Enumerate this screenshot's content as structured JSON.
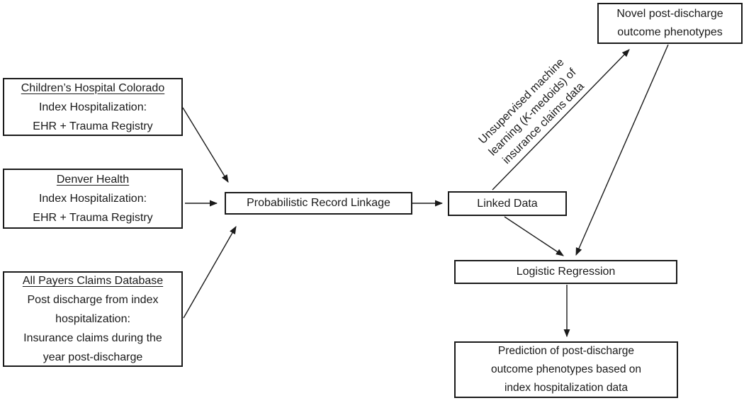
{
  "diagram": {
    "boxes": {
      "chco": {
        "heading": "Children’s Hospital Colorado",
        "lines": [
          "Index Hospitalization:",
          "EHR + Trauma Registry"
        ]
      },
      "denver_health": {
        "heading": "Denver Health",
        "lines": [
          "Index Hospitalization:",
          "EHR + Trauma Registry"
        ]
      },
      "apcd": {
        "heading": "All Payers Claims Database",
        "lines": [
          "Post discharge from index",
          "hospitalization:",
          "Insurance claims during the",
          "year post-discharge"
        ]
      },
      "record_linkage": {
        "label": "Probabilistic Record Linkage"
      },
      "linked_data": {
        "label": "Linked Data"
      },
      "novel_phenotypes": {
        "lines": [
          "Novel post-discharge",
          "outcome phenotypes"
        ]
      },
      "logistic_regression": {
        "label": "Logistic Regression"
      },
      "prediction": {
        "lines": [
          "Prediction of post-discharge",
          "outcome phenotypes based on",
          "index hospitalization data"
        ]
      }
    },
    "annotation": {
      "line1": "Unsupervised machine",
      "line2_pre": "learning (",
      "line2_italic": "K",
      "line2_post": "-medoids) of",
      "line3": "insurance claims data"
    },
    "colors": {
      "ink": "#1a1a1a",
      "background": "#ffffff"
    }
  }
}
